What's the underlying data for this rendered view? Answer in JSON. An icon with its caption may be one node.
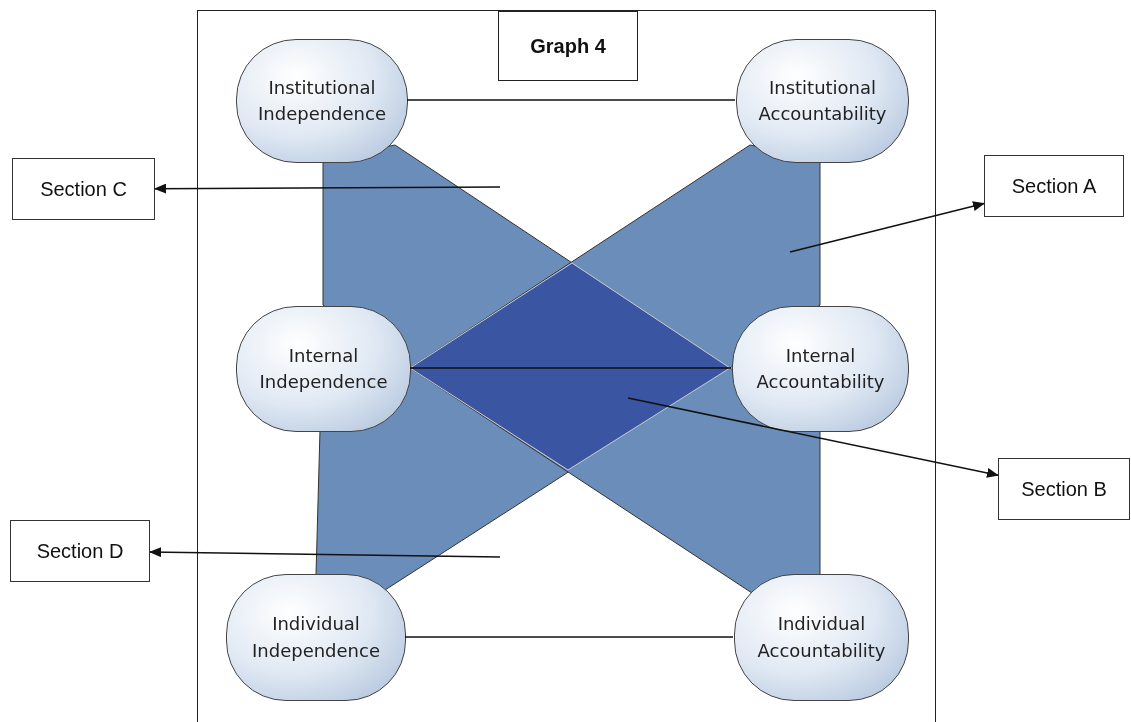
{
  "diagram": {
    "nodes": [
      {
        "text": [],
        "shape": "box"
      },
      {
        "text": [
          "Graph 4"
        ],
        "in": 0
      },
      {
        "text": [
          "Institutional Independence"
        ],
        "in": 0
      },
      {
        "text": [
          "Institutional Accountability"
        ],
        "in": 0
      },
      {
        "text": [
          "Section C"
        ]
      },
      {
        "text": [
          "Section A"
        ]
      },
      {
        "text": [
          "Internal Independence"
        ],
        "in": 0
      },
      {
        "text": [
          "Internal Accountability"
        ],
        "in": 0
      },
      {
        "text": [
          "Section B"
        ]
      },
      {
        "text": [
          "Section D"
        ]
      },
      {
        "text": [
          "Individual Independence"
        ],
        "in": 0
      },
      {
        "text": [
          "Individual Accountability"
        ],
        "in": 0
      }
    ],
    "edges": [
      {
        "from": 2,
        "to": 3,
        "arrow": "none"
      },
      {
        "from": 6,
        "to": 7,
        "arrow": "none"
      },
      {
        "from": 10,
        "to": 11,
        "arrow": "none"
      },
      {
        "from": null,
        "to": 4,
        "arrow": "to"
      },
      {
        "from": null,
        "to": 5,
        "arrow": "to"
      },
      {
        "from": null,
        "to": 8,
        "arrow": "to"
      },
      {
        "from": null,
        "to": 9,
        "arrow": "to"
      }
    ]
  }
}
